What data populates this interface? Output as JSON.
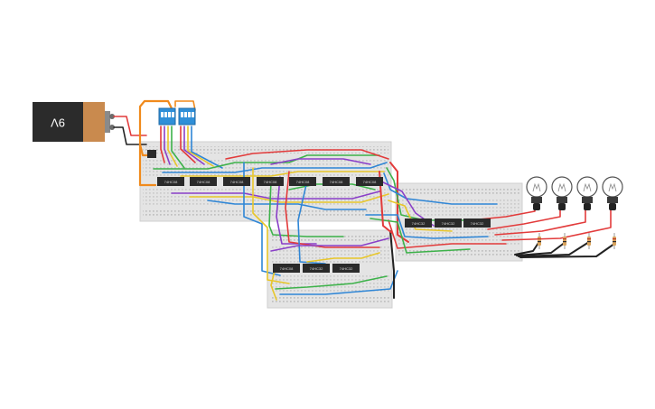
{
  "battery": {
    "label": "9V"
  },
  "chips": [
    {
      "label": "74HC08"
    },
    {
      "label": "74HC08"
    },
    {
      "label": "74HC08"
    },
    {
      "label": "74HC08"
    },
    {
      "label": "74HC08"
    },
    {
      "label": "74HC08"
    },
    {
      "label": "74HC08"
    },
    {
      "label": "74HC32"
    },
    {
      "label": "74HC32"
    },
    {
      "label": "74HC32"
    },
    {
      "label": "74HC08"
    },
    {
      "label": "74HC32"
    },
    {
      "label": "74HC32"
    }
  ],
  "dip_switches": [
    {
      "positions": 4
    },
    {
      "positions": 4
    }
  ],
  "light_bulbs": [
    {
      "state": "off"
    },
    {
      "state": "off"
    },
    {
      "state": "off"
    },
    {
      "state": "off"
    }
  ],
  "colors": {
    "battery_body": "#2b2b2b",
    "battery_cap": "#c98a4e",
    "breadboard": "#e4e4e4",
    "chip": "#2a2a2a",
    "switch": "#2f8fd8",
    "wire_red": "#e23b3b",
    "wire_orange": "#f08a1c",
    "wire_green": "#3db24a",
    "wire_blue": "#2f86d6",
    "wire_purple": "#8a3fc8",
    "wire_yellow": "#e8c62a",
    "wire_black": "#222222"
  }
}
